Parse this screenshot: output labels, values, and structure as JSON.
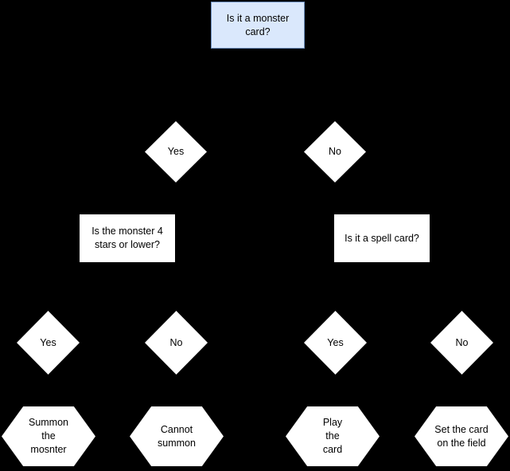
{
  "colors": {
    "background": "#000000",
    "start_fill": "#dae8fc",
    "start_border": "#6c8ebf",
    "shape_fill": "#ffffff",
    "text": "#000000"
  },
  "flowchart": {
    "start": {
      "label": "Is it a monster card?"
    },
    "branch_monster": {
      "yes": "Yes",
      "no": "No"
    },
    "question_stars": {
      "label": "Is the monster 4 stars or lower?"
    },
    "question_spell": {
      "label": "Is it a spell card?"
    },
    "branch_stars": {
      "yes": "Yes",
      "no": "No"
    },
    "branch_spell": {
      "yes": "Yes",
      "no": "No"
    },
    "outcomes": {
      "summon": "Summon the mosnter",
      "cannot_summon": "Cannot summon",
      "play": "Play the card",
      "set_card": "Set the card on the field"
    }
  }
}
